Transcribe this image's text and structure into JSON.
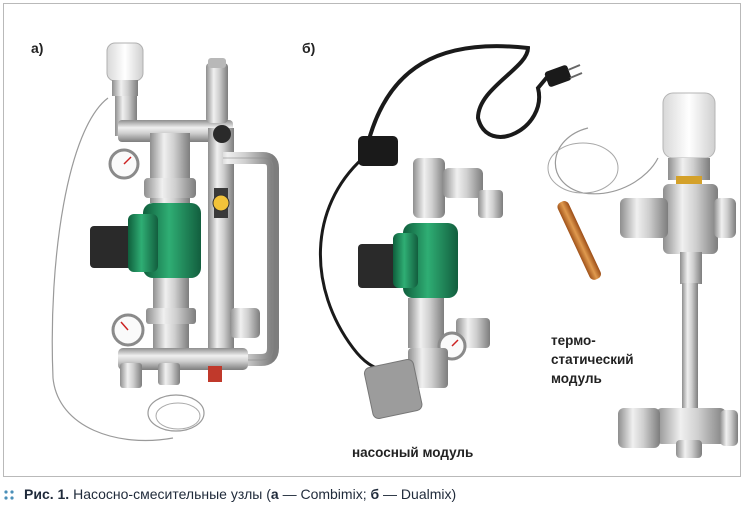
{
  "labels": {
    "a": "а)",
    "b": "б)",
    "pump_module": "насосный модуль",
    "thermo_module_lines": [
      "термо-",
      "статический",
      "модуль"
    ]
  },
  "caption": {
    "fig": "Рис. 1.",
    "text_1": " Насосно-смесительные узлы (",
    "a_letter": "а",
    "a_text": " — Combimix; ",
    "b_letter": "б",
    "b_text": " — Dualmix)"
  },
  "colors": {
    "caption_bullet": "#4a8fb8",
    "pump_green": "#1e8a5a",
    "brass_nickel": "#c9c9c9",
    "thermo_head": "#f2f2f2",
    "probe_copper": "#c9742a"
  }
}
